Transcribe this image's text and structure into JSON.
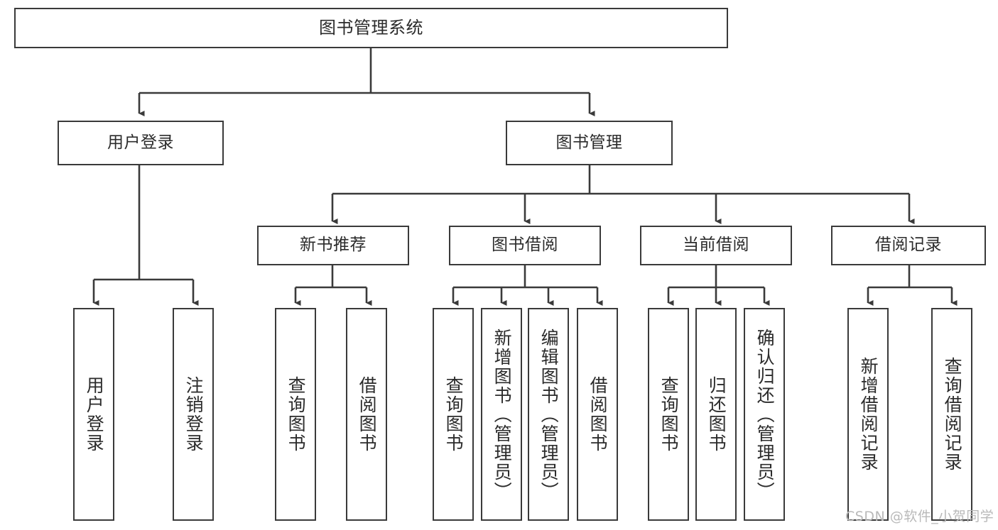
{
  "diagram": {
    "title": "图书管理系统",
    "type": "tree-hierarchy-diagram",
    "root": {
      "id": "root",
      "label": "图书管理系统"
    },
    "level2": [
      {
        "id": "user-login",
        "label": "用户登录"
      },
      {
        "id": "book-management",
        "label": "图书管理"
      }
    ],
    "level3": [
      {
        "id": "new-book-recommend",
        "label": "新书推荐"
      },
      {
        "id": "book-borrow",
        "label": "图书借阅"
      },
      {
        "id": "current-borrow",
        "label": "当前借阅"
      },
      {
        "id": "borrow-record",
        "label": "借阅记录"
      }
    ],
    "leaves": {
      "user_login": [
        {
          "id": "leaf-user-login",
          "label": "用户登录"
        },
        {
          "id": "leaf-logout",
          "label": "注销登录"
        }
      ],
      "new_book_recommend": [
        {
          "id": "leaf-query-book-1",
          "label": "查询图书"
        },
        {
          "id": "leaf-borrow-book-1",
          "label": "借阅图书"
        }
      ],
      "book_borrow": [
        {
          "id": "leaf-query-book-2",
          "label": "查询图书"
        },
        {
          "id": "leaf-add-book",
          "label": "新增图书（管理员）"
        },
        {
          "id": "leaf-edit-book",
          "label": "编辑图书（管理员）"
        },
        {
          "id": "leaf-borrow-book-2",
          "label": "借阅图书"
        }
      ],
      "current_borrow": [
        {
          "id": "leaf-query-book-3",
          "label": "查询图书"
        },
        {
          "id": "leaf-return-book",
          "label": "归还图书"
        },
        {
          "id": "leaf-confirm-return",
          "label": "确认归还（管理员）"
        }
      ],
      "borrow_record": [
        {
          "id": "leaf-add-record",
          "label": "新增借阅记录"
        },
        {
          "id": "leaf-query-record",
          "label": "查询借阅记录"
        }
      ]
    }
  },
  "watermark": {
    "text": "CSDN @软件_小贺同学"
  },
  "colors": {
    "border": "#3a3a3a",
    "text": "#2b2b2b",
    "background": "#ffffff",
    "watermark": "#b9b9b9"
  }
}
